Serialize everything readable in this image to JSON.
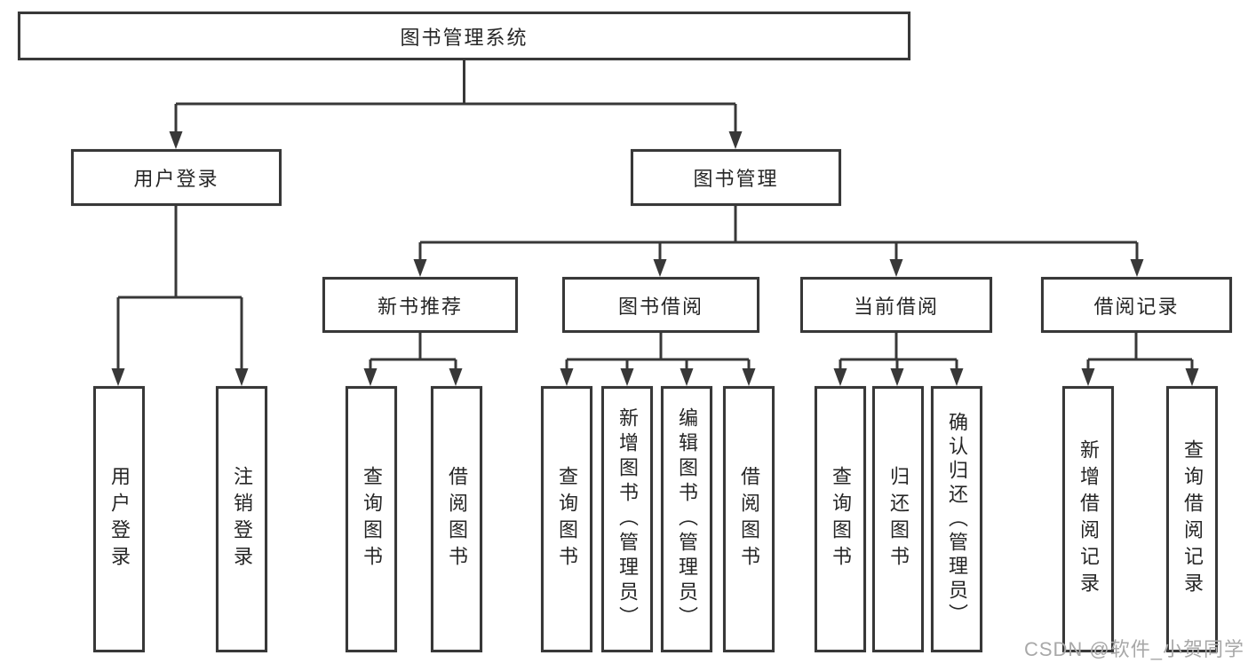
{
  "nodes": {
    "root": "图书管理系统",
    "user_login": "用户登录",
    "book_mgmt": "图书管理",
    "new_books": "新书推荐",
    "book_borrow": "图书借阅",
    "current_borrow": "当前借阅",
    "borrow_records": "借阅记录"
  },
  "leaves": {
    "user_login": [
      "用户登录",
      "注销登录"
    ],
    "new_books": [
      "查询图书",
      "借阅图书"
    ],
    "book_borrow": [
      "查询图书",
      "新增图书（管理员）",
      "编辑图书（管理员）",
      "借阅图书"
    ],
    "current_borrow": [
      "查询图书",
      "归还图书",
      "确认归还（管理员）"
    ],
    "borrow_records": [
      "新增借阅记录",
      "查询借阅记录"
    ]
  },
  "watermark": "CSDN @软件_小贺同学",
  "colors": {
    "line": "#383838",
    "text": "#262626",
    "watermark": "#a8a8a8",
    "background": "#ffffff"
  }
}
